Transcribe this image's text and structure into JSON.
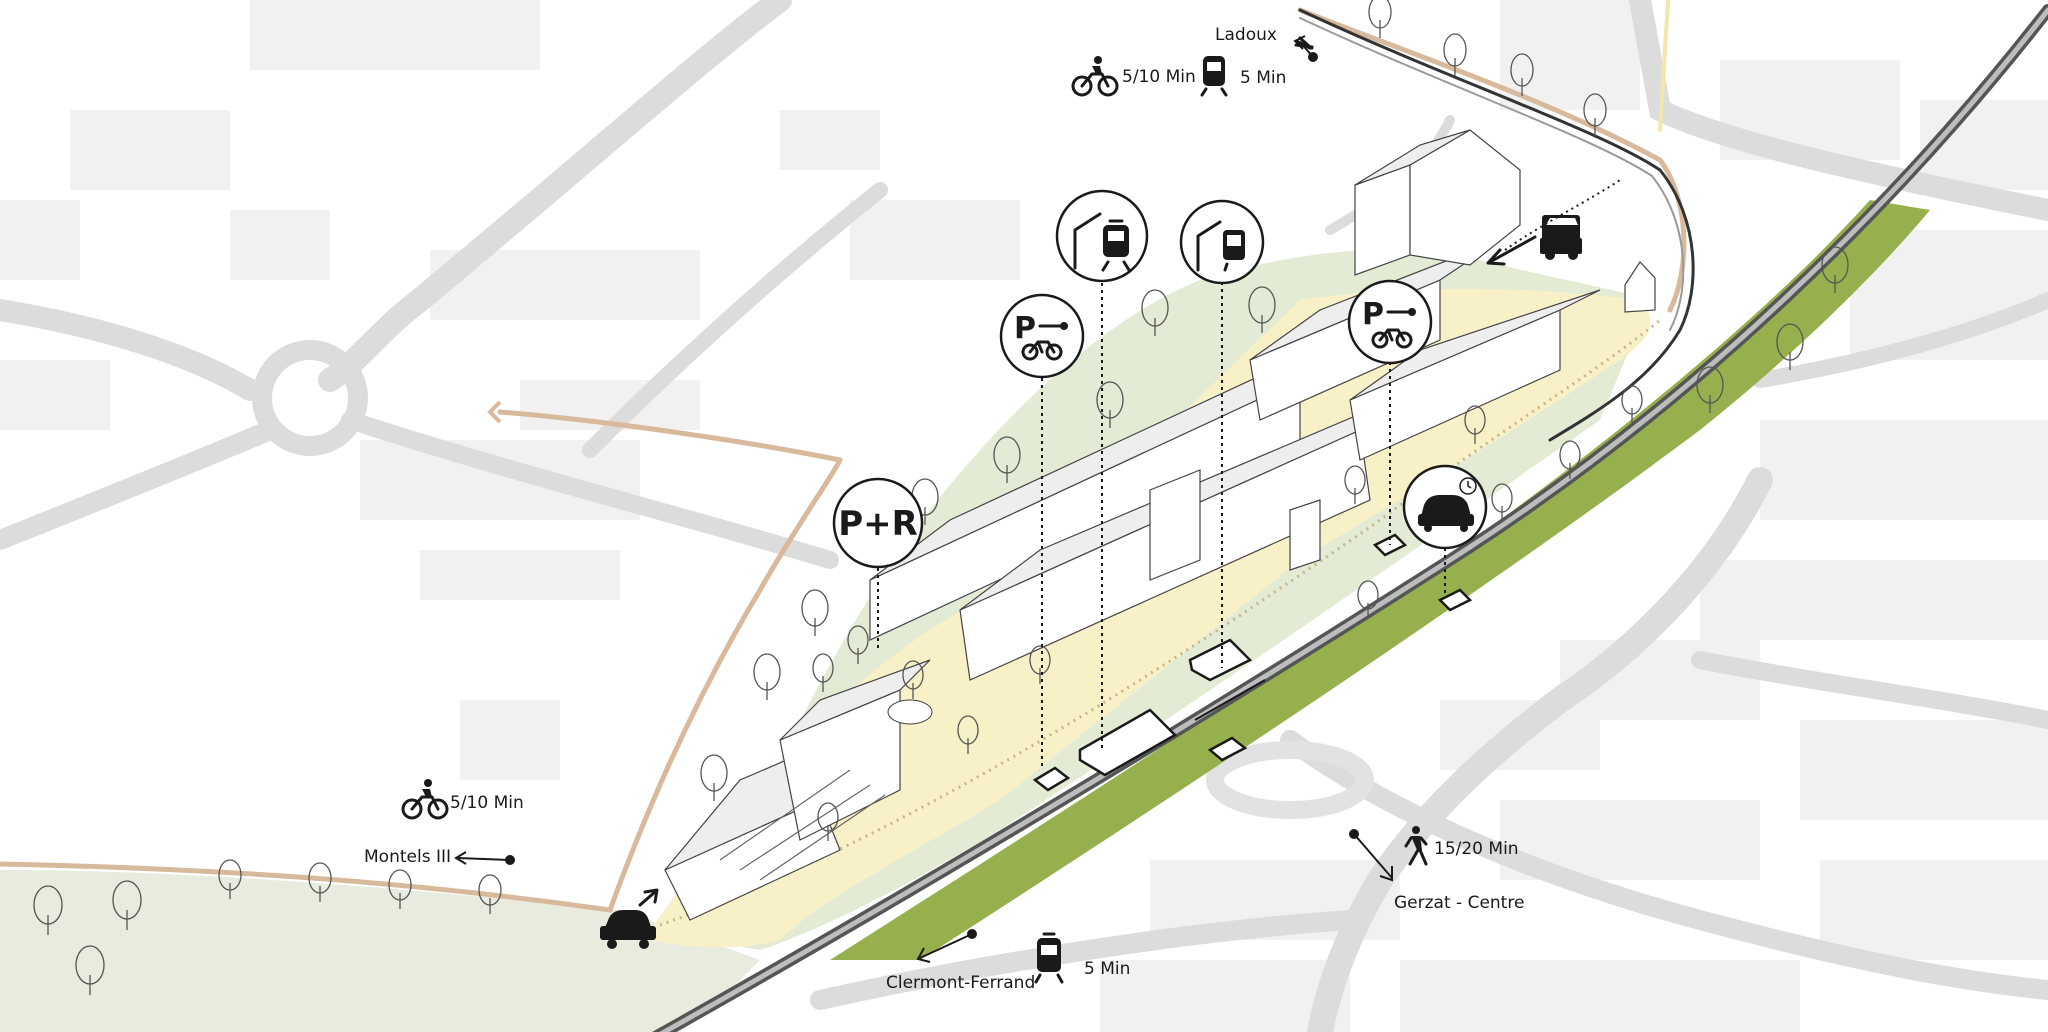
{
  "labels": {
    "ladoux": "Ladoux",
    "ladoux_bike_time": "5/10 Min",
    "ladoux_tram_time": "5 Min",
    "montels_bike_time": "5/10 Min",
    "montels": "Montels III",
    "gerzat_walk_time": "15/20 Min",
    "gerzat": "Gerzat - Centre",
    "clermont": "Clermont-Ferrand",
    "clermont_tram_time": "5 Min"
  },
  "badges": {
    "park_ride": "P+R",
    "bike_parking": "P",
    "bike_parking_2": "P"
  },
  "icons": [
    "bike-icon",
    "tram-icon",
    "walk-icon",
    "car-icon",
    "truck-icon",
    "tram-shelter-icon",
    "bus-shelter-icon",
    "bike-parking-icon",
    "park-ride-icon",
    "car-clock-icon"
  ],
  "colors": {
    "road": "#dcdcdc",
    "site": "#f8f1c8",
    "green_band": "#97b04e",
    "light_green": "#e6ecd5",
    "path": "#d9b99b",
    "ink": "#1a1a1a"
  }
}
